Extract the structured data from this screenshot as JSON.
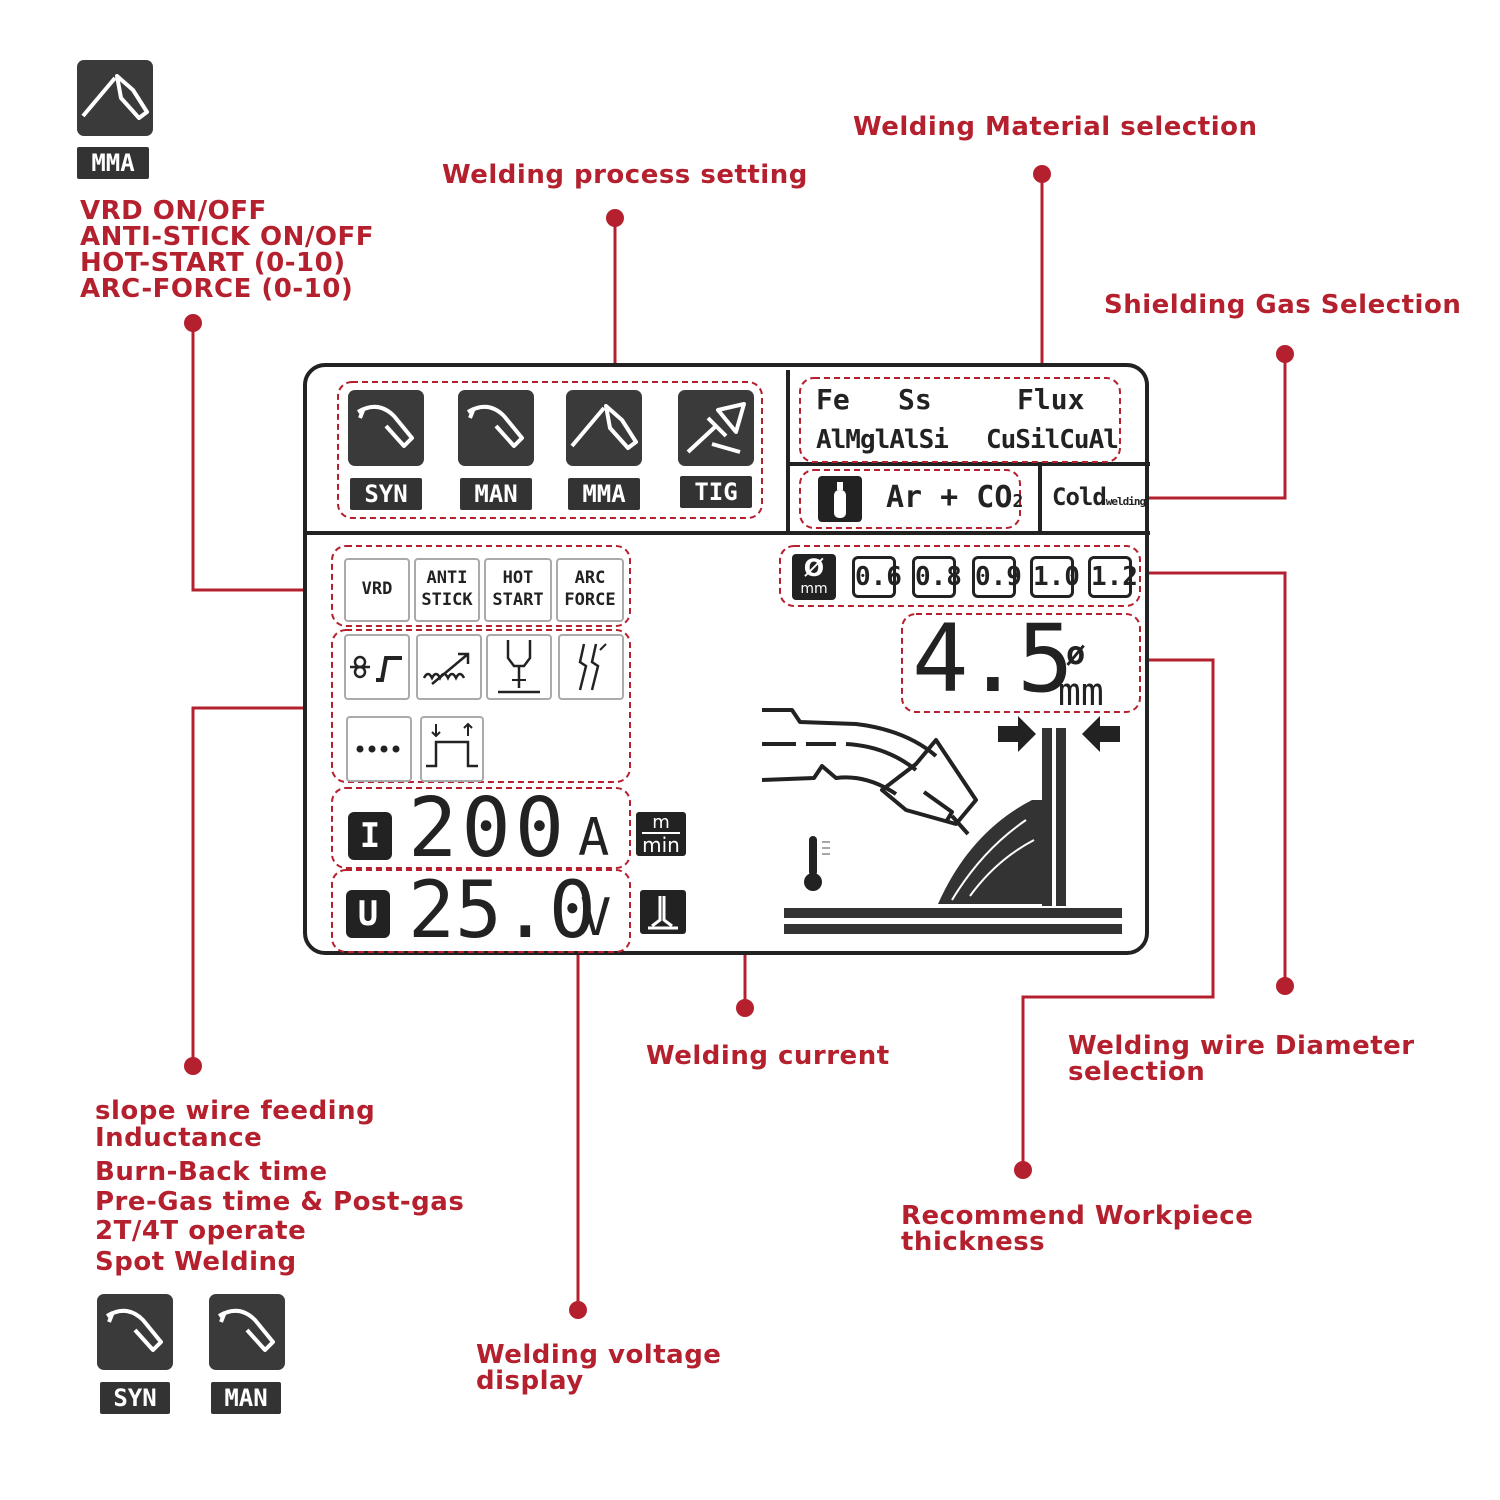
{
  "colors": {
    "accent": "#b5202e",
    "lcd_ink": "#222222",
    "tile": "#3a3a3a"
  },
  "top_left": {
    "badge": "MMA",
    "lines": [
      "VRD  ON/OFF",
      "ANTI-STICK ON/OFF",
      "HOT-START (0-10)",
      "ARC-FORCE (0-10)"
    ]
  },
  "callouts": {
    "process": "Welding process setting",
    "material": "Welding Material selection",
    "gas": "Shielding Gas Selection",
    "current": "Welding current",
    "wire_diameter": [
      "Welding wire Diameter",
      "selection"
    ],
    "thickness": [
      "Recommend Workpiece",
      "thickness"
    ],
    "voltage": [
      "Welding voltage",
      "display"
    ]
  },
  "bottom_left": {
    "lines": [
      "slope wire feeding",
      "Inductance",
      "Burn-Back time",
      "Pre-Gas time & Post-gas",
      "2T/4T operate",
      "Spot Welding"
    ],
    "badges": [
      "SYN",
      "MAN"
    ]
  },
  "lcd": {
    "modes": [
      {
        "label": "SYN",
        "icon": "mig-torch-icon"
      },
      {
        "label": "MAN",
        "icon": "mig-torch-icon"
      },
      {
        "label": "MMA",
        "icon": "electrode-holder-icon"
      },
      {
        "label": "TIG",
        "icon": "tig-torch-icon"
      }
    ],
    "materials": {
      "row1": [
        "Fe",
        "Ss",
        "Flux"
      ],
      "row2": [
        "AlMglAlSi",
        "CuSilCuAl"
      ]
    },
    "gas": {
      "text": "Ar + CO",
      "sub": "2",
      "icon": "gas-cylinder-icon"
    },
    "cold": {
      "main": "Cold",
      "small": "welding"
    },
    "mma_options": [
      [
        "VRD"
      ],
      [
        "ANTI",
        "STICK"
      ],
      [
        "HOT",
        "START"
      ],
      [
        "ARC",
        "FORCE"
      ]
    ],
    "mig_function_icons": [
      "slope-wire-feed-icon",
      "inductance-icon",
      "burn-back-icon",
      "gas-time-icon",
      "spot-weld-icon",
      "2t-4t-icon"
    ],
    "wire_diameters": [
      "0.6",
      "0.8",
      "0.9",
      "1.0",
      "1.2"
    ],
    "diameter_symbol": "Ø",
    "diameter_unit": "mm",
    "thickness": {
      "value": "4.5",
      "symbol": "ø",
      "unit": "mm"
    },
    "current": {
      "symbol": "I",
      "value": "200",
      "unit": "A"
    },
    "wire_speed_unit": {
      "top": "m",
      "bottom": "min"
    },
    "voltage": {
      "symbol": "U",
      "value": "25.0",
      "unit": "V"
    }
  }
}
